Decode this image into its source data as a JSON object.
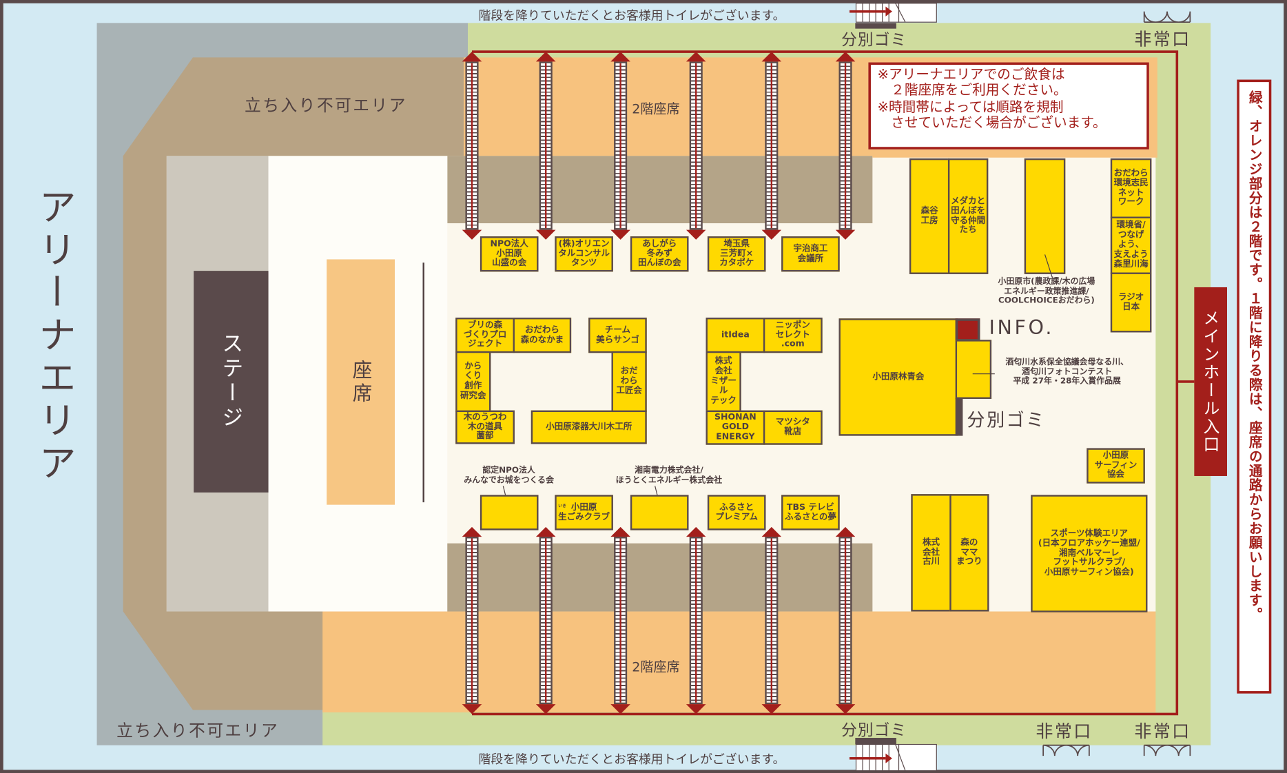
{
  "header_note": "階段を降りていただくとお客様用トイレがございます。",
  "footer_note": "階段を降りていただくとお客様用トイレがございます。",
  "areas": {
    "arena": "アリーナエリア",
    "no_entry_top": "立ち入り不可エリア",
    "no_entry_bottom": "立ち入り不可エリア",
    "stage": "ステージ",
    "seats": "座席",
    "second_floor_top": "2階座席",
    "second_floor_bottom": "2階座席",
    "main_entrance": "メインホール入口",
    "info": "INFO."
  },
  "trash": [
    "分別ゴミ",
    "分別ゴミ",
    "分別ゴミ"
  ],
  "emergency_exits": [
    "非常口",
    "非常口",
    "非常口"
  ],
  "notice": {
    "line1": "※アリーナエリアでのご飲食は\n　２階座席をご利用ください。",
    "line2": "※時間帯によっては順路を規制\n　させていただく場合がございます。"
  },
  "side_note": "緑、オレンジ部分は２階です。１階に降りる際は、座席の通路からお願いします。",
  "booths": [
    "NPO法人\n小田原\n山盛の会",
    "(株)オリエン\nタルコンサル\nタンツ",
    "あしがら\n冬みず\n田んぼの会",
    "埼玉県\n三芳町×\nカタポケ",
    "宇治商工\n会議所",
    "ブリの森\nづくりプロ\nジェクト",
    "おだわら\n森のなかま",
    "から\nくり\n創作\n研究会",
    "木のうつわ\n木の道具\n薗部",
    "小田原漆器大川木工所",
    "チーム\n美らサンゴ",
    "おだ\nわら\n工匠会",
    "itIdea",
    "ニッポン\nセレクト\n.com",
    "株式\n会社\nミザール\nテック",
    "SHONAN\nGOLD\nENERGY",
    "マツシタ\n靴店",
    "小田原林青会",
    "森谷\n工房",
    "メダカと\n田んぼを\n守る仲間\nたち",
    "おだわら\n環境志民\nネット\nワーク",
    "環境省/\nつなげ\nよう、\n支えよう\n森里川海",
    "ラジオ\n日本",
    "小田原\nサーフィン\n協会",
    "小田原\n生ごみクラブ",
    "ふるさと\nプレミアム",
    "TBS テレビ\nふるさとの夢",
    "株式\n会社\n古川",
    "森の\nママ\nまつり",
    "スポーツ体験エリア\n(日本フロアホッケー連盟/\n湘南ベルマーレ\nフットサルクラブ/\n小田原サーフィン協会)"
  ],
  "callouts": {
    "city": "小田原市(農政課/木の広場\nエネルギー政策推進課/\nCOOLCHOICEおだわら)",
    "river": "酒匂川水系保全協議会母なる川、\n酒匂川フォトコンテスト\n平成 27年・28年入賞作品展",
    "npo_castle": "認定NPO法人\nみんなでお城をつくる会",
    "shonan_power": "湘南電力株式会社/\nほうとくエネルギー株式会社",
    "ruby": "いき"
  },
  "colors": {
    "booth": "#ffd900",
    "accent": "#a31f1b",
    "upper_floor_orange": "#f7c27e",
    "upper_floor_green": "#cfdc9e"
  }
}
